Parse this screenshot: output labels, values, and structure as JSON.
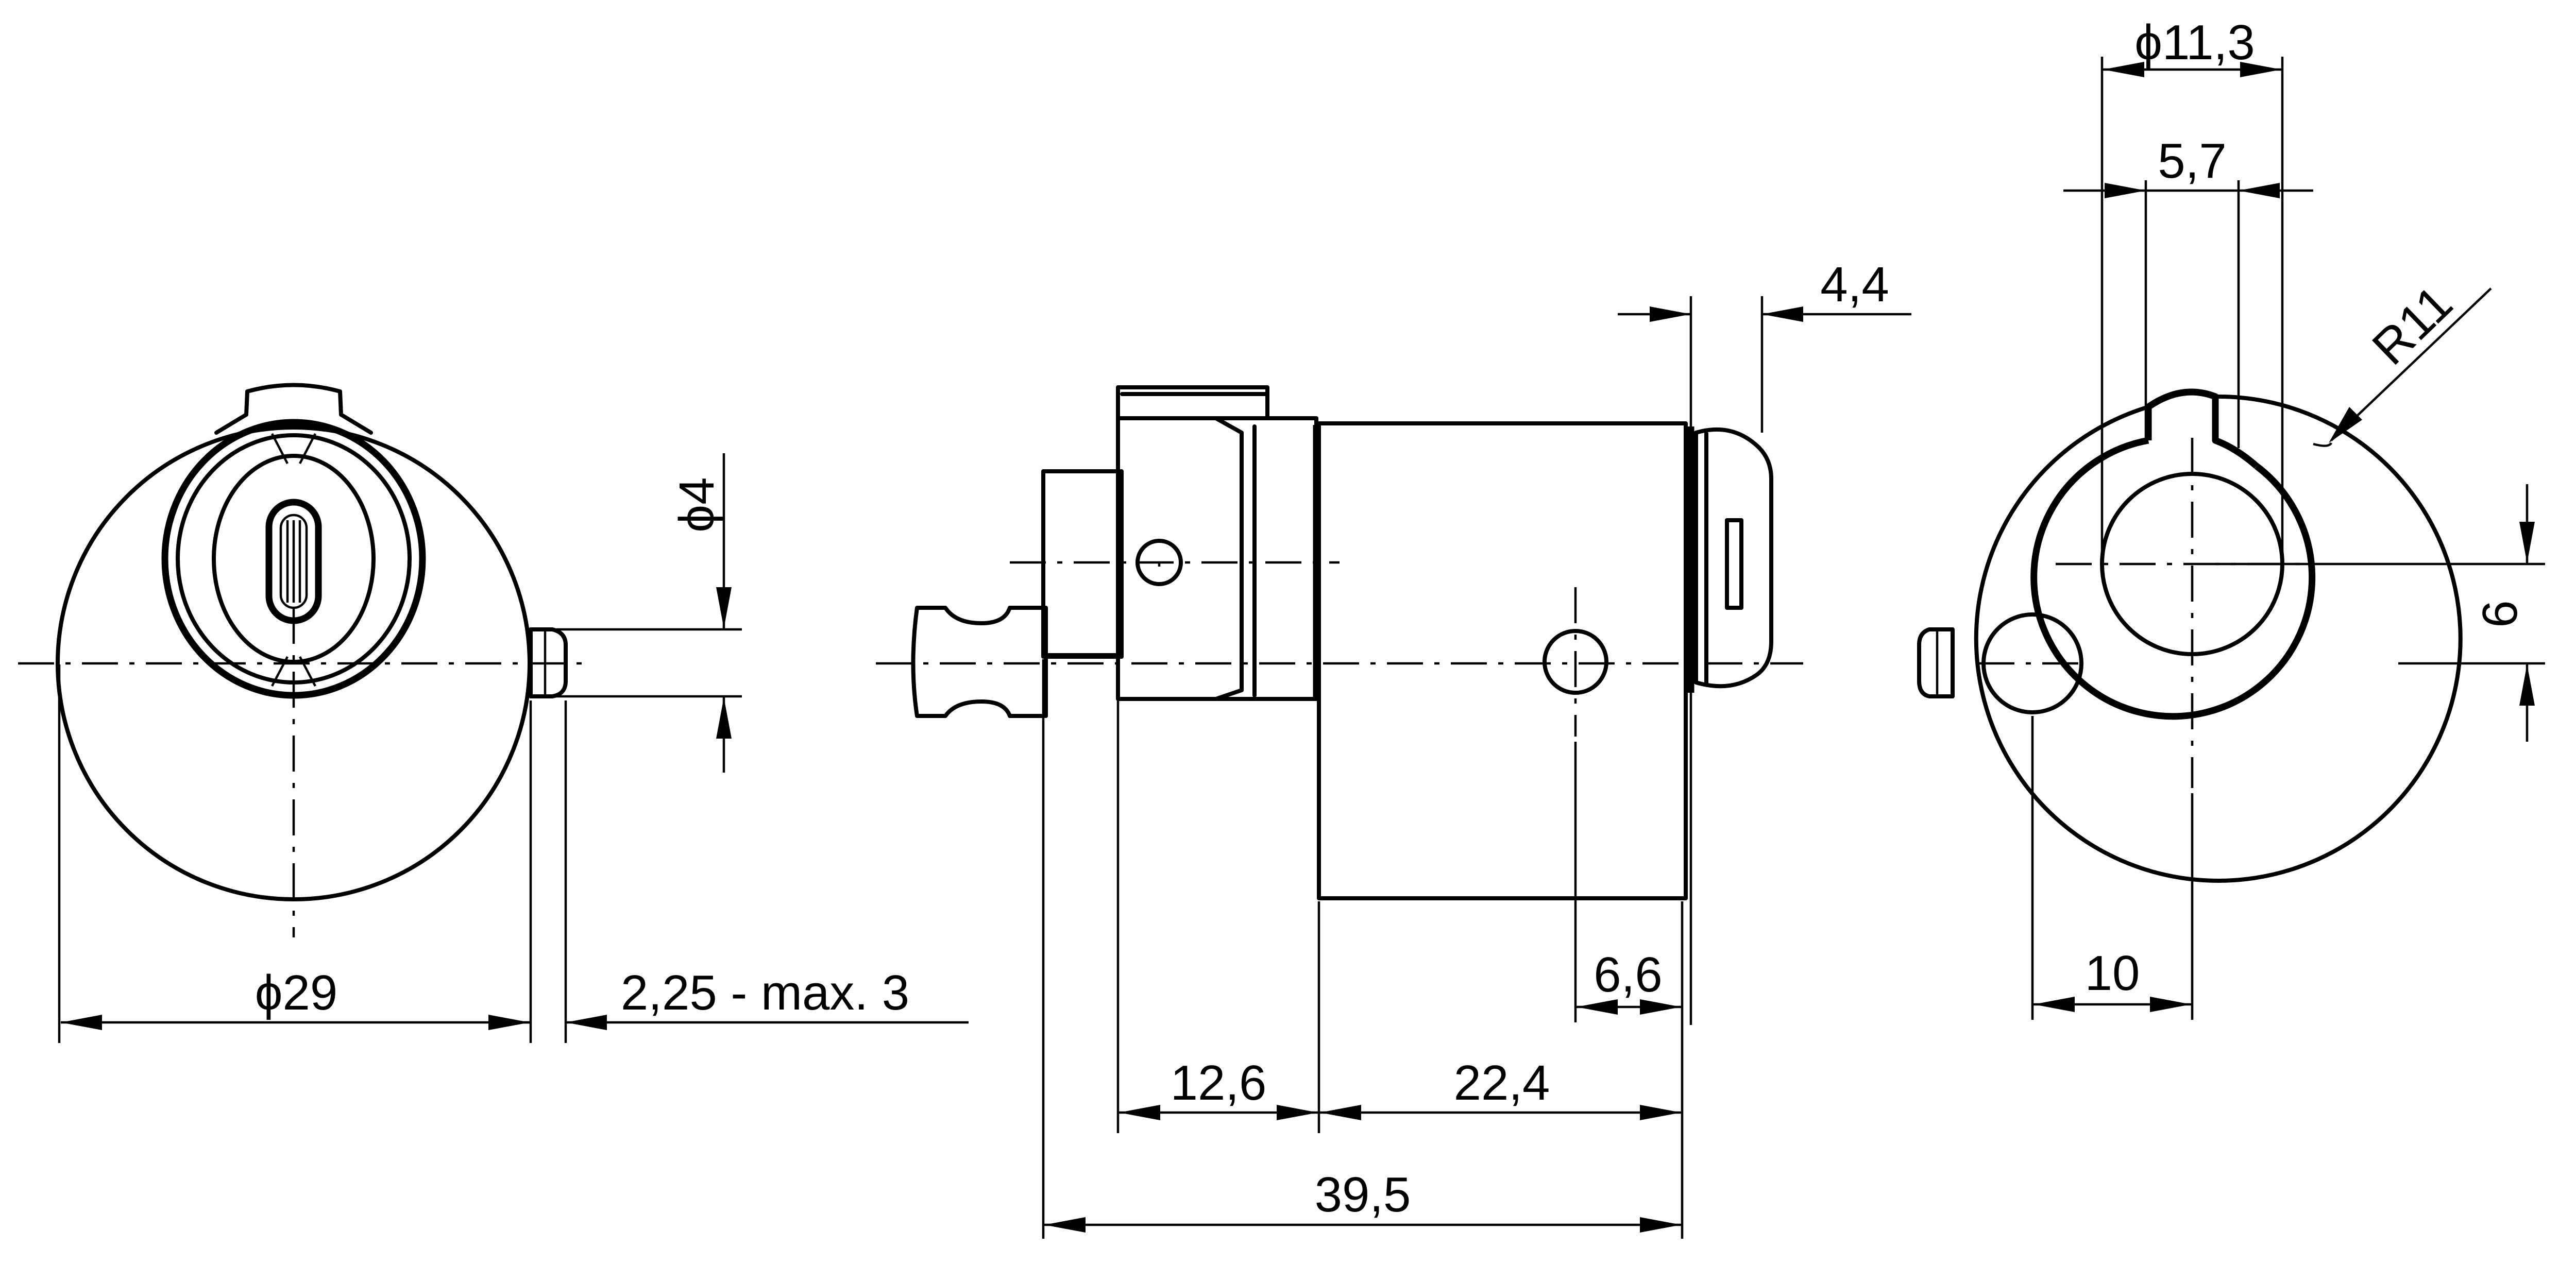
{
  "dimensions": {
    "d29": "ϕ29",
    "d4": "ϕ4",
    "pin": "2,25 - max. 3",
    "d4_4": "4,4",
    "d6_6": "6,6",
    "d12_6": "12,6",
    "d22_4": "22,4",
    "d39_5": "39,5",
    "d11_3": "ϕ11,3",
    "d5_7": "5,7",
    "r11": "R11",
    "d6": "6",
    "d10": "10"
  }
}
